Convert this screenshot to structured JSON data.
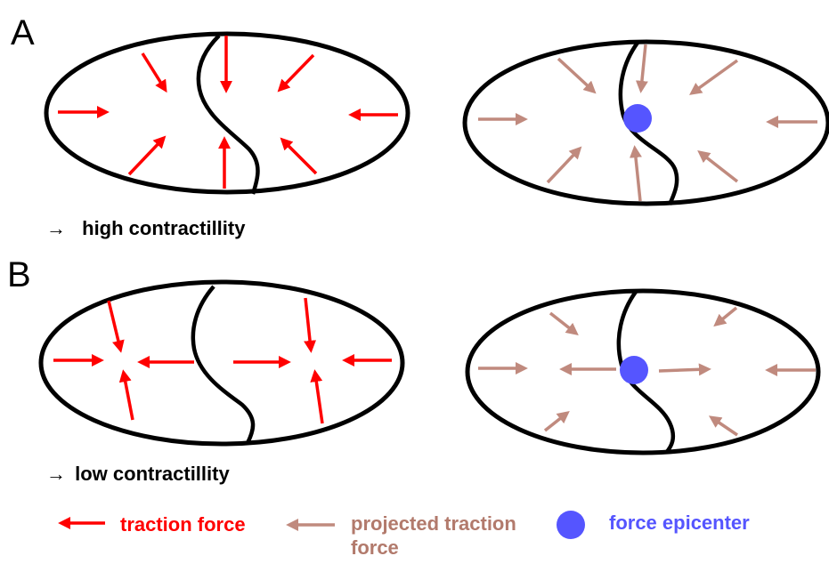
{
  "panels": {
    "a": {
      "label": "A",
      "note": "high contractillity"
    },
    "b": {
      "label": "B",
      "note": "low contractillity"
    }
  },
  "arrow_symbol": "→",
  "legend": {
    "traction": "traction force",
    "projected_line1": "projected traction",
    "projected_line2": "force",
    "epicenter": "force epicenter"
  },
  "colors": {
    "traction": "#ff0000",
    "projected": "#c08a7e",
    "epicenter": "#5555ff",
    "cell_outline": "#000000"
  }
}
